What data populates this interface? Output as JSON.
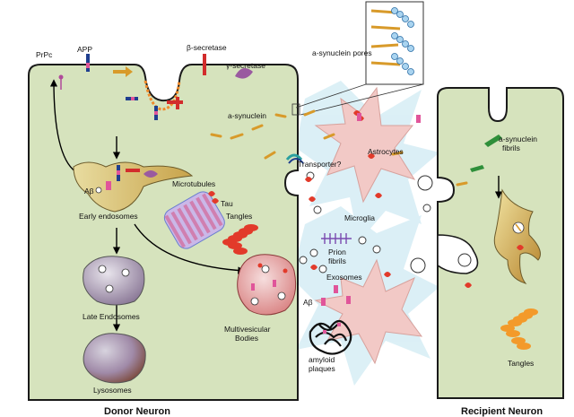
{
  "titles": {
    "donor": "Donor Neuron",
    "recipient": "Recipient Neuron"
  },
  "labels": {
    "prpc": "PrPc",
    "app": "APP",
    "beta_secretase": "β-secretase",
    "gamma_secretase": "γ-secretase",
    "a_synuclein_pores": "a-synuclein pores",
    "a_synuclein": "a-synuclein",
    "microtubules": "Microtubules",
    "transporter": "Transporter?",
    "astrocytes": "Astrocytes",
    "a_synuclein_fibrils_line1": "a-synuclein",
    "a_synuclein_fibrils_line2": "fibrils",
    "abeta_endosome": "Aβ",
    "early_endosomes": "Early endosomes",
    "tau": "Tau",
    "tangles_donor": "Tangles",
    "microglia": "Microglia",
    "prion_fibrils_line1": "Prion",
    "prion_fibrils_line2": "fibrils",
    "exosomes": "Exosomes",
    "abeta_extracellular": "Aβ",
    "late_endosomes": "Late Endosomes",
    "multivesicular_line1": "Multivesicular",
    "multivesicular_line2": "Bodies",
    "amyloid_line1": "amyloid",
    "amyloid_line2": "plaques",
    "lysosomes": "Lysosomes",
    "tangles_recipient": "Tangles"
  },
  "colors": {
    "cell_fill": "#d6e3bd",
    "cell_stroke": "#1a1a1a",
    "glia_fill": "#f2c9c6",
    "glia_glow": "#bfe3ef",
    "tangle_red": "#e23a2a",
    "tangle_orange": "#f39a2a",
    "synuclein": "#d89a2a",
    "fibril_green": "#2f8f3a",
    "vesicle_purple": "#8c7a98",
    "lysosome_brown": "#8a4a3a",
    "app_blue": "#1f3f8f",
    "app_pink": "#e0559a",
    "tau_blue": "#6a7fd0",
    "tau_pink": "#d07fb0"
  }
}
